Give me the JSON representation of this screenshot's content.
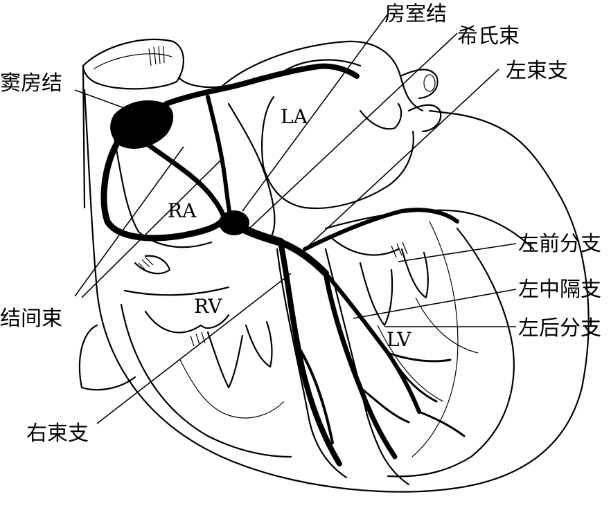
{
  "figure": {
    "labels": {
      "sinoatrial_node": "窦房结",
      "atrioventricular_node": "房室结",
      "bundle_of_his": "希氏束",
      "left_bundle_branch": "左束支",
      "left_anterior_fascicle": "左前分支",
      "left_septal_fascicle": "左中隔支",
      "left_posterior_fascicle": "左后分支",
      "internodal_tracts": "结间束",
      "right_bundle_branch": "右束支"
    },
    "chambers": {
      "left_atrium": "LA",
      "right_atrium": "RA",
      "right_ventricle": "RV",
      "left_ventricle": "LV"
    }
  }
}
